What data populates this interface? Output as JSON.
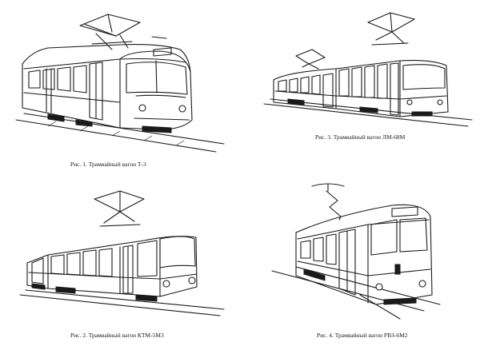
{
  "figures": [
    {
      "id": "t3",
      "caption": "Рис. 1. Трамвайный вагон Т-3"
    },
    {
      "id": "lm68m",
      "caption": "Рис. 3. Трамвайный вагон ЛМ-68М"
    },
    {
      "id": "ktm5m3",
      "caption": "Рис. 2. Трамвайный вагон КТМ-5М3"
    },
    {
      "id": "rvz6m2",
      "caption": "Рис. 4. Трамвайный вагон РВЗ-6М2"
    }
  ]
}
